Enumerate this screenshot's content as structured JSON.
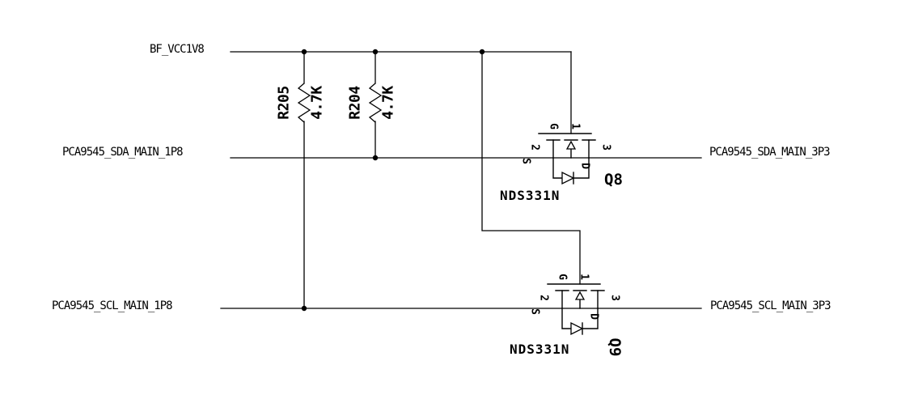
{
  "schematic": {
    "nets": {
      "vcc": {
        "label": "BF_VCC1V8"
      },
      "sda_main_1p8": {
        "label": "PCA9545_SDA_MAIN_1P8"
      },
      "sda_main_3p3": {
        "label": "PCA9545_SDA_MAIN_3P3"
      },
      "scl_main_1p8": {
        "label": "PCA9545_SCL_MAIN_1P8"
      },
      "scl_main_3p3": {
        "label": "PCA9545_SCL_MAIN_3P3"
      }
    },
    "components": {
      "r205": {
        "ref": "R205",
        "value": "4.7K"
      },
      "r204": {
        "ref": "R204",
        "value": "4.7K"
      },
      "q8": {
        "ref": "Q8",
        "part": "NDS331N"
      },
      "q9": {
        "ref": "Q9",
        "part": "NDS331N"
      }
    },
    "mosfet_pins": {
      "gate_name": "G",
      "gate_number": "1",
      "source_name": "S",
      "source_number": "2",
      "drain_name": "D",
      "drain_number": "3"
    },
    "colors": {
      "wire": "#000000",
      "background": "#ffffff",
      "text": "#000000"
    }
  }
}
